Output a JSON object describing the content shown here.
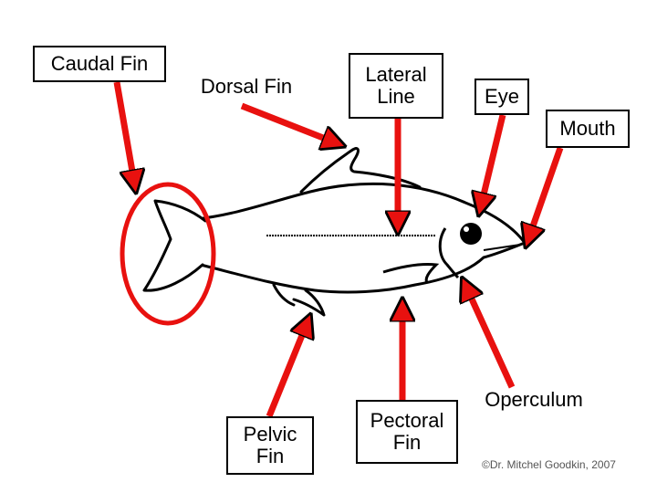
{
  "labels": {
    "caudal_fin": "Caudal Fin",
    "dorsal_fin": "Dorsal Fin",
    "lateral_line": "Lateral\nLine",
    "eye": "Eye",
    "mouth": "Mouth",
    "pelvic_fin": "Pelvic\nFin",
    "pectoral_fin": "Pectoral\nFin",
    "operculum": "Operculum"
  },
  "credit": "©Dr. Mitchel Goodkin, 2007",
  "colors": {
    "arrow": "#e8110f",
    "highlight": "#e8110f",
    "outline": "#000000"
  }
}
